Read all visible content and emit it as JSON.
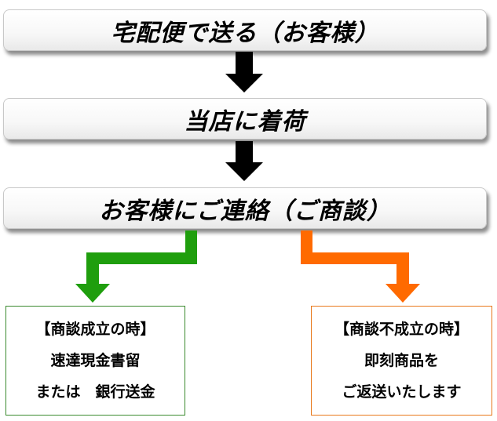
{
  "steps": [
    {
      "label": "宅配便で送る（お客様）"
    },
    {
      "label": "当店に着荷"
    },
    {
      "label": "お客様にご連絡（ご商談）"
    }
  ],
  "branches": {
    "success": {
      "title": "【商談成立の時】",
      "lines": [
        "速達現金書留",
        "または　銀行送金"
      ],
      "color": "#1f9e0d"
    },
    "fail": {
      "title": "【商談不成立の時】",
      "lines": [
        "即刻商品を",
        "ご返送いたします"
      ],
      "color": "#ff6a00"
    }
  },
  "colors": {
    "arrow": "#000000",
    "success_border": "#3a8a2e",
    "fail_border": "#e8781a"
  }
}
